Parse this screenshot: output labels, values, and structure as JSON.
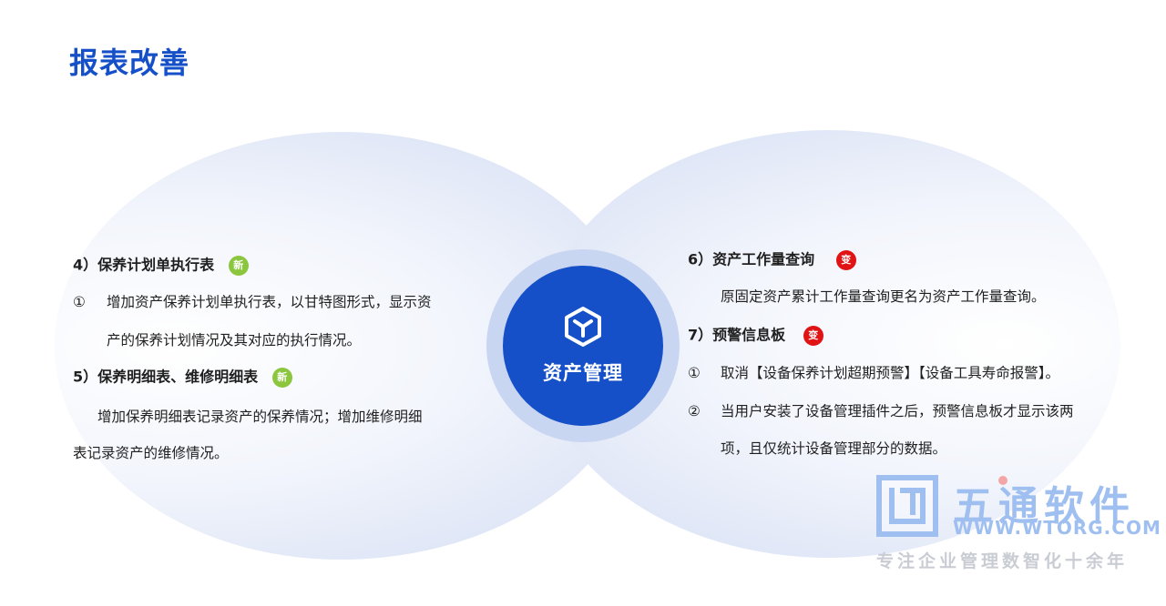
{
  "page": {
    "title": "报表改善"
  },
  "hub": {
    "label": "资产管理",
    "icon": "cube-icon"
  },
  "left": {
    "item4": {
      "heading": "4）保养计划单执行表",
      "badge": "新"
    },
    "item4_mark": "①",
    "item4_line1": "增加资产保养计划单执行表，以甘特图形式，显示资",
    "item4_line2": "产的保养计划情况及其对应的执行情况。",
    "item5": {
      "heading": "5）保养明细表、维修明细表",
      "badge": "新"
    },
    "item5_line1": "增加保养明细表记录资产的保养情况；增加维修明细",
    "item5_line2": "表记录资产的维修情况。"
  },
  "right": {
    "item6": {
      "heading": "6）资产工作量查询",
      "badge": "变"
    },
    "item6_line1": "原固定资产累计工作量查询更名为资产工作量查询。",
    "item7": {
      "heading": "7）预警信息板",
      "badge": "变"
    },
    "item7_mark1": "①",
    "item7_line1": "取消【设备保养计划超期预警】【设备工具寿命报警】。",
    "item7_mark2": "②",
    "item7_line2": "当用户安装了设备管理插件之后，预警信息板才显示该两",
    "item7_line3": "项，且仅统计设备管理部分的数据。"
  },
  "watermark": {
    "name": "五通软件",
    "url": "WWW.WTORG.COM",
    "slogan": "专注企业管理数智化十余年"
  },
  "colors": {
    "brand": "#1650c8",
    "new_badge": "#8cc63f",
    "change_badge": "#e01414"
  }
}
